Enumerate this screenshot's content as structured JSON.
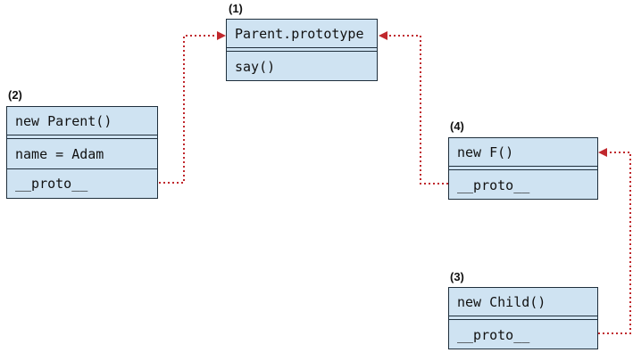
{
  "boxes": {
    "parent_prototype": {
      "label": "(1)",
      "rows": [
        "Parent.prototype",
        "say()"
      ]
    },
    "parent_instance": {
      "label": "(2)",
      "rows": [
        "new Parent()",
        "name = Adam",
        "__proto__"
      ]
    },
    "child_instance": {
      "label": "(3)",
      "rows": [
        "new Child()",
        "__proto__"
      ]
    },
    "f_instance": {
      "label": "(4)",
      "rows": [
        "new F()",
        "__proto__"
      ]
    }
  },
  "colors": {
    "box_fill": "#cfe3f2",
    "box_border": "#1f2f3c",
    "link": "#c0282d"
  }
}
